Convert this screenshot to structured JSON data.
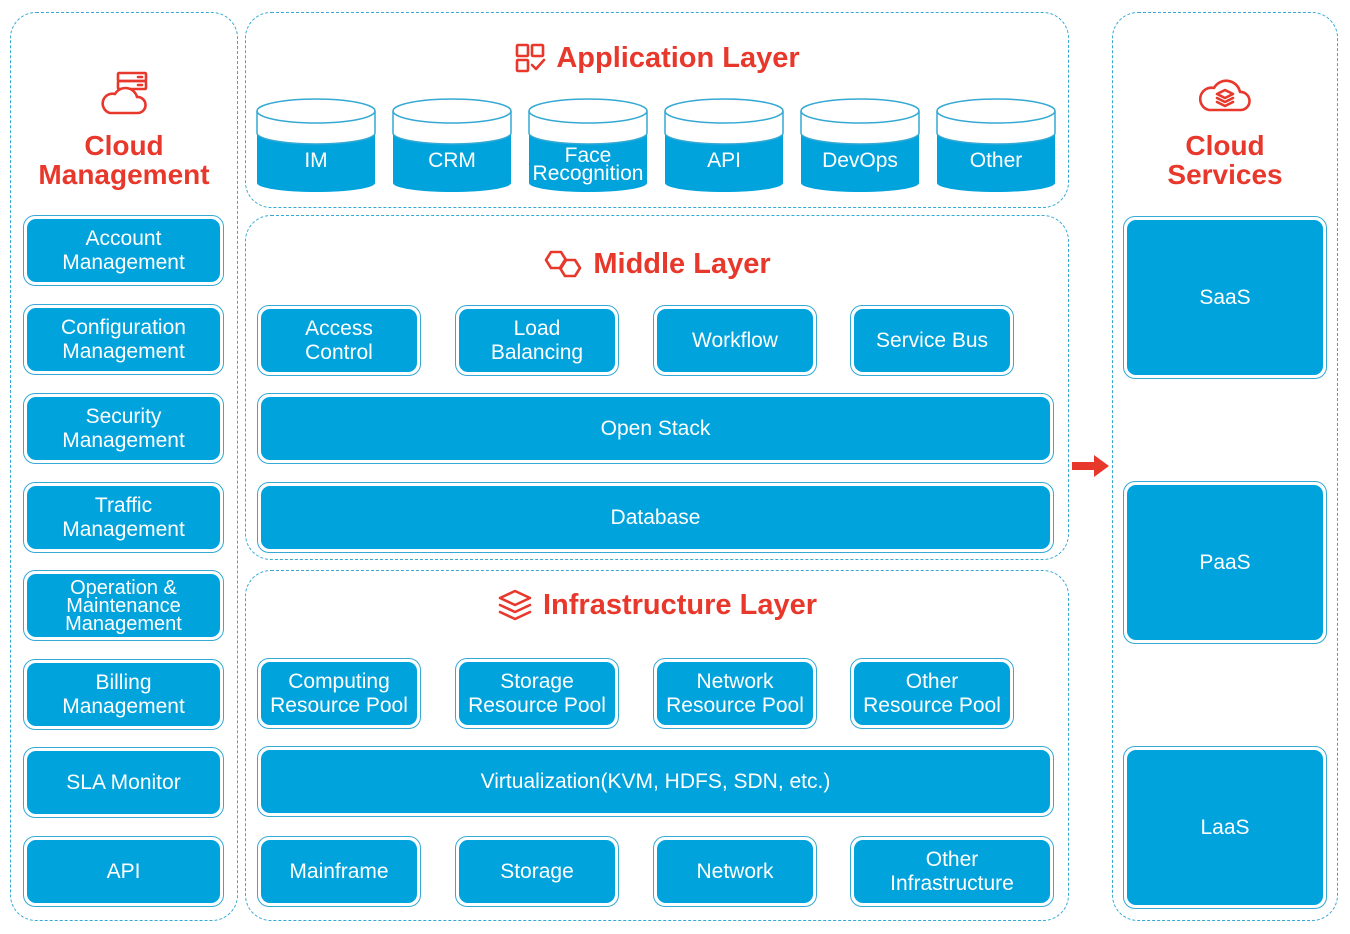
{
  "cloud_management": {
    "title": "Cloud\nManagement",
    "icon": "server-cloud-icon",
    "items": [
      "Account\nManagement",
      "Configuration\nManagement",
      "Security\nManagement",
      "Traffic\nManagement",
      "Operation &\nMaintenance\nManagement",
      "Billing\nManagement",
      "SLA Monitor",
      "API"
    ]
  },
  "application_layer": {
    "title": "Application Layer",
    "icon": "app-grid-check-icon",
    "items": [
      "IM",
      "CRM",
      "Face\nRecognition",
      "API",
      "DevOps",
      "Other"
    ]
  },
  "middle_layer": {
    "title": "Middle Layer",
    "icon": "linked-hexagons-icon",
    "services": [
      "Access\nControl",
      "Load\nBalancing",
      "Workflow",
      "Service Bus"
    ],
    "open_stack": "Open Stack",
    "database": "Database"
  },
  "infrastructure_layer": {
    "title": "Infrastructure Layer",
    "icon": "layers-stack-icon",
    "pools": [
      "Computing\nResource Pool",
      "Storage\nResource Pool",
      "Network\nResource Pool",
      "Other\nResource Pool"
    ],
    "virtualization": "Virtualization(KVM, HDFS, SDN, etc.)",
    "hardware": [
      "Mainframe",
      "Storage",
      "Network",
      "Other\nInfrastructure"
    ]
  },
  "cloud_services": {
    "title": "Cloud\nServices",
    "icon": "cloud-layers-icon",
    "items": [
      "SaaS",
      "PaaS",
      "LaaS"
    ]
  },
  "connector": {
    "icon": "red-arrow-right-icon"
  },
  "colors": {
    "accent_red": "#e8382c",
    "box_blue": "#00a3dc",
    "border_blue": "#35a9d4"
  }
}
